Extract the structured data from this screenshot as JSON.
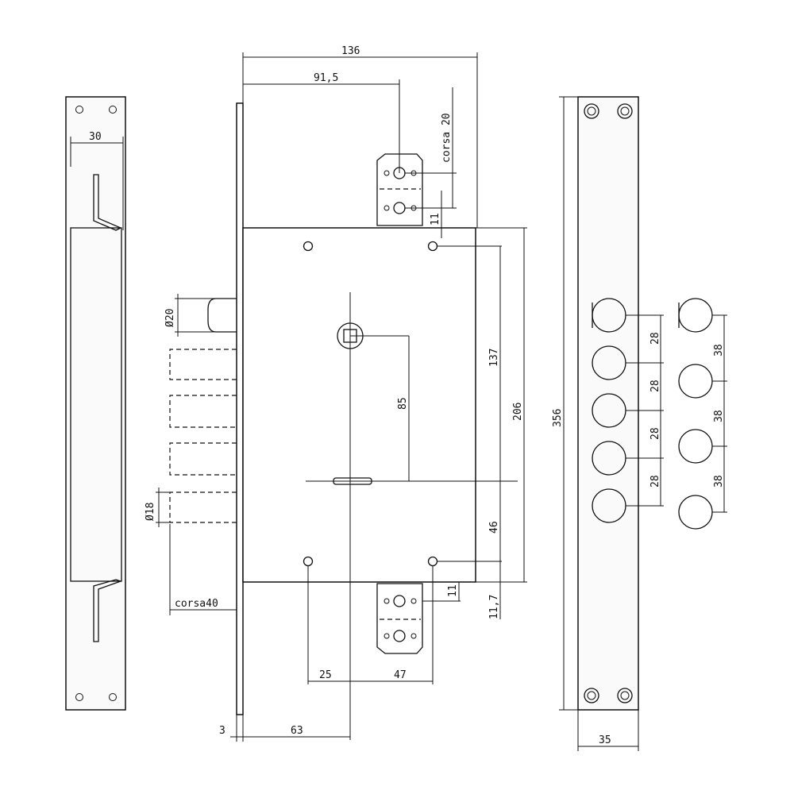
{
  "dimensions": {
    "total_width": "136",
    "cam_offset": "91,5",
    "cam_stroke": "corsa 20",
    "cam_gap_top": "11",
    "strike_width": "30",
    "latch_diameter": "Ø20",
    "bolt_diameter": "Ø18",
    "bolt_stroke": "corsa40",
    "handle_to_key": "85",
    "body_height": "137",
    "case_height": "206",
    "key_to_hole": "46",
    "lower_gap": "11,7",
    "cam_gap_bottom": "11",
    "hole_spacing_a": "25",
    "hole_spacing_b": "47",
    "faceplate_thickness": "3",
    "backset": "63",
    "plate_height": "356",
    "plate_width": "35",
    "bolt_pitch_1": "28",
    "bolt_pitch_2": "28",
    "bolt_pitch_3": "28",
    "bolt_pitch_4": "28",
    "aux_pitch_1": "38",
    "aux_pitch_2": "38",
    "aux_pitch_3": "38"
  }
}
